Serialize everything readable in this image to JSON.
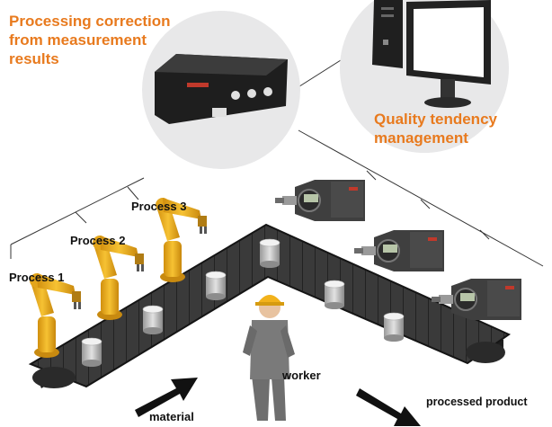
{
  "labels": {
    "processing_correction": [
      "Processing correction",
      "from measurement",
      "results"
    ],
    "quality_tendency": [
      "Quality tendency",
      "management"
    ],
    "process_1": "Process 1",
    "process_2": "Process 2",
    "process_3": "Process 3",
    "worker": "worker",
    "material": "material",
    "processed_product": "processed product"
  },
  "colors": {
    "accent_orange": "#e87a1e",
    "circle_fill": "#e8e8e9",
    "robot_yellow": "#f2b21b",
    "conveyor_dark": "#2e2e2e",
    "arrow_black": "#111111"
  },
  "icons": [
    "controller-device-icon",
    "computer-monitor-icon",
    "robot-arm-icon",
    "measuring-instrument-icon",
    "worker-icon",
    "workpiece-cylinder-icon",
    "arrow-icon"
  ]
}
